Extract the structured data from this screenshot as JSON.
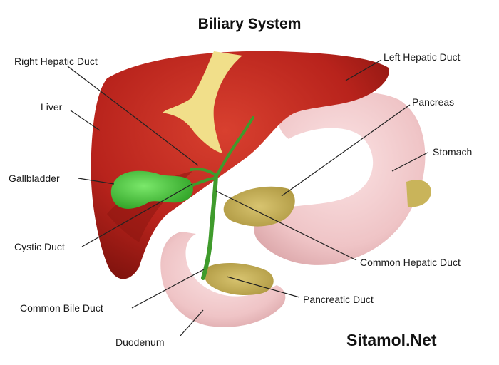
{
  "title": "Biliary System",
  "labels": {
    "right_hepatic_duct": "Right Hepatic Duct",
    "left_hepatic_duct": "Left Hepatic Duct",
    "liver": "Liver",
    "pancreas": "Pancreas",
    "stomach": "Stomach",
    "gallbladder": "Gallbladder",
    "cystic_duct": "Cystic Duct",
    "common_hepatic_duct": "Common Hepatic Duct",
    "common_bile_duct": "Common Bile Duct",
    "pancreatic_duct": "Pancreatic Duct",
    "duodenum": "Duodenum"
  },
  "brand": "Sitamol.Net",
  "colors": {
    "liver": "#b8231c",
    "liver_dark": "#8c1510",
    "stomach": "#efc4c6",
    "pancreas": "#c9b45a",
    "gallbladder": "#47c83a",
    "ligament": "#f1df8a",
    "leader_line": "#222222"
  }
}
